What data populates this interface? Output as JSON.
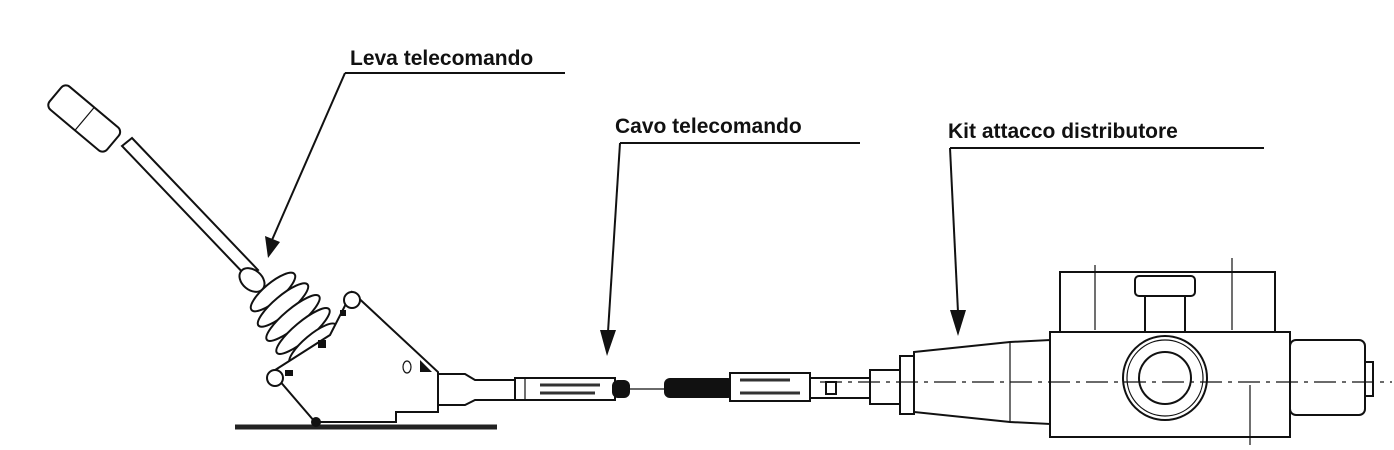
{
  "labels": {
    "lever": "Leva telecomando",
    "cable": "Cavo telecomando",
    "kit": "Kit attacco distributore"
  }
}
